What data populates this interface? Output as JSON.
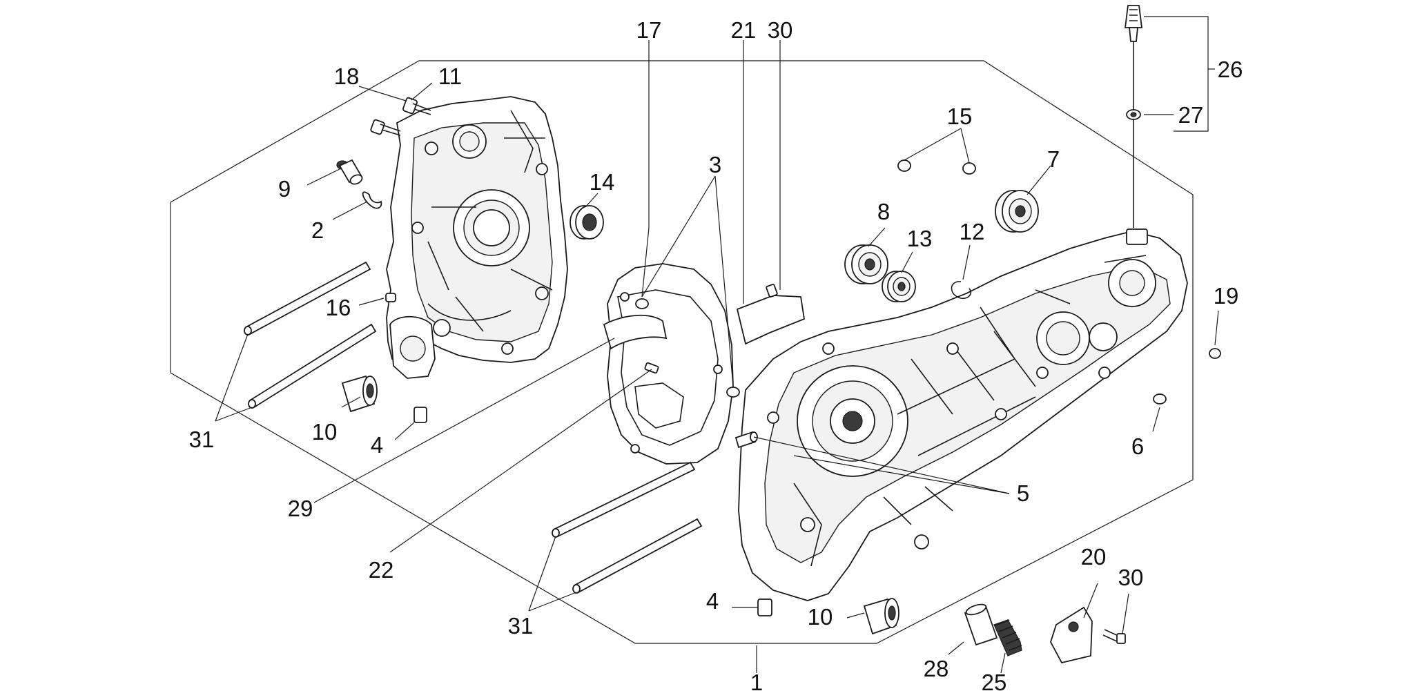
{
  "diagram": {
    "callouts": [
      {
        "id": "c17",
        "label": "17"
      },
      {
        "id": "c21",
        "label": "21"
      },
      {
        "id": "c30a",
        "label": "30"
      },
      {
        "id": "c26",
        "label": "26"
      },
      {
        "id": "c27",
        "label": "27"
      },
      {
        "id": "c18",
        "label": "18"
      },
      {
        "id": "c11",
        "label": "11"
      },
      {
        "id": "c15",
        "label": "15"
      },
      {
        "id": "c7",
        "label": "7"
      },
      {
        "id": "c3",
        "label": "3"
      },
      {
        "id": "c14",
        "label": "14"
      },
      {
        "id": "c9",
        "label": "9"
      },
      {
        "id": "c8",
        "label": "8"
      },
      {
        "id": "c13",
        "label": "13"
      },
      {
        "id": "c12",
        "label": "12"
      },
      {
        "id": "c2",
        "label": "2"
      },
      {
        "id": "c19",
        "label": "19"
      },
      {
        "id": "c16",
        "label": "16"
      },
      {
        "id": "c10a",
        "label": "10"
      },
      {
        "id": "c31a",
        "label": "31"
      },
      {
        "id": "c4a",
        "label": "4"
      },
      {
        "id": "c6",
        "label": "6"
      },
      {
        "id": "c5",
        "label": "5"
      },
      {
        "id": "c29",
        "label": "29"
      },
      {
        "id": "c22",
        "label": "22"
      },
      {
        "id": "c20",
        "label": "20"
      },
      {
        "id": "c30b",
        "label": "30"
      },
      {
        "id": "c4b",
        "label": "4"
      },
      {
        "id": "c10b",
        "label": "10"
      },
      {
        "id": "c31b",
        "label": "31"
      },
      {
        "id": "c28",
        "label": "28"
      },
      {
        "id": "c25",
        "label": "25"
      },
      {
        "id": "c1",
        "label": "1"
      }
    ]
  }
}
